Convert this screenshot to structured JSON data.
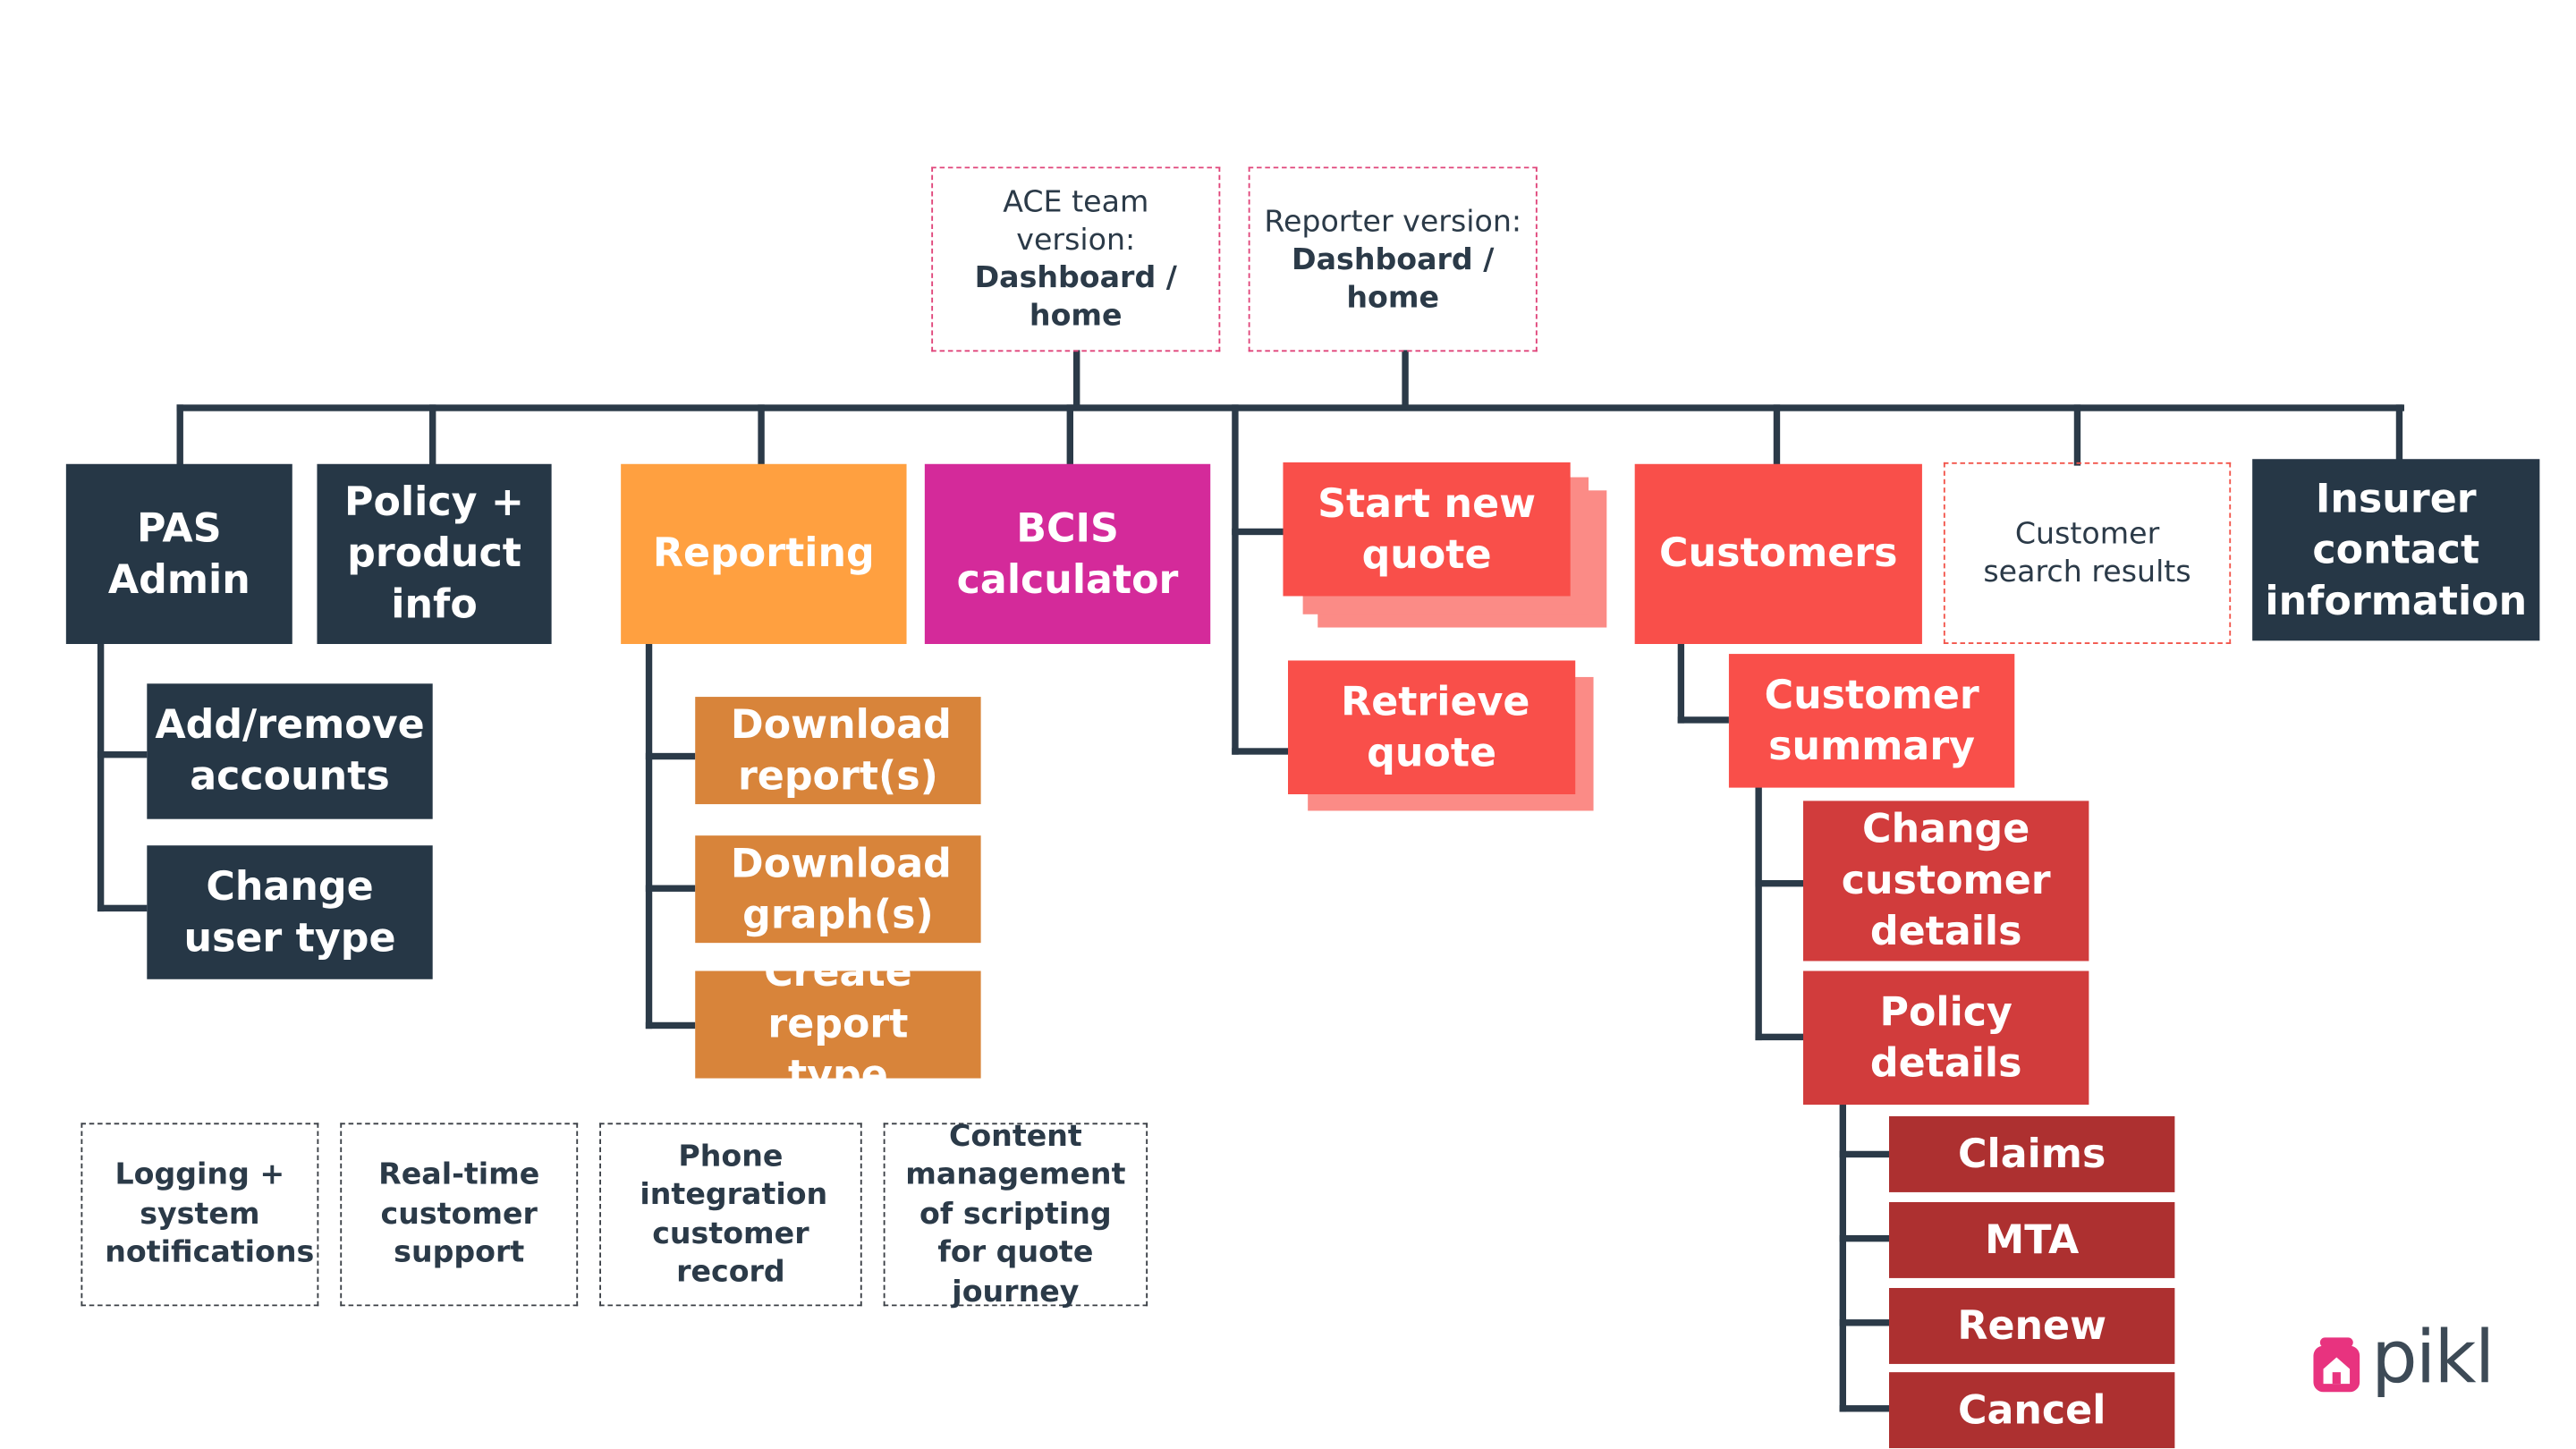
{
  "top": {
    "ace": {
      "line1": "ACE team",
      "line2": "version:",
      "line3": "Dashboard /",
      "line4": "home"
    },
    "reporter": {
      "line1": "Reporter version:",
      "line2": "Dashboard /",
      "line3": "home"
    }
  },
  "nodes": {
    "pas_admin": "PAS Admin",
    "policy_product": "Policy + product info",
    "reporting": "Reporting",
    "bcis": "BCIS calculator",
    "start_new_quote": "Start new quote",
    "retrieve_quote": "Retrieve quote",
    "customers": "Customers",
    "customer_search": "Customer search results",
    "insurer_contact": "Insurer contact information"
  },
  "children": {
    "add_remove": "Add/remove accounts",
    "change_user_type": "Change user type",
    "download_reports": "Download report(s)",
    "download_graphs": "Download graph(s)",
    "create_report_type": "Create report type",
    "customer_summary": "Customer summary",
    "change_customer_details": "Change customer details",
    "policy_details": "Policy details",
    "claims": "Claims",
    "mta": "MTA",
    "renew": "Renew",
    "cancel": "Cancel"
  },
  "backlog": [
    "Logging + system notifications",
    "Real-time customer support",
    "Phone integration customer record",
    "Content management of scripting for quote journey"
  ],
  "logo": {
    "text": "pikl"
  },
  "colors": {
    "navy": "#263746",
    "orange": "#ffa040",
    "orange_dark": "#d8843a",
    "magenta": "#d42a9a",
    "coral": "#f94f4a",
    "red": "#d13c3c",
    "red_dark": "#ad3030",
    "pink_dashed": "#e0457a"
  }
}
